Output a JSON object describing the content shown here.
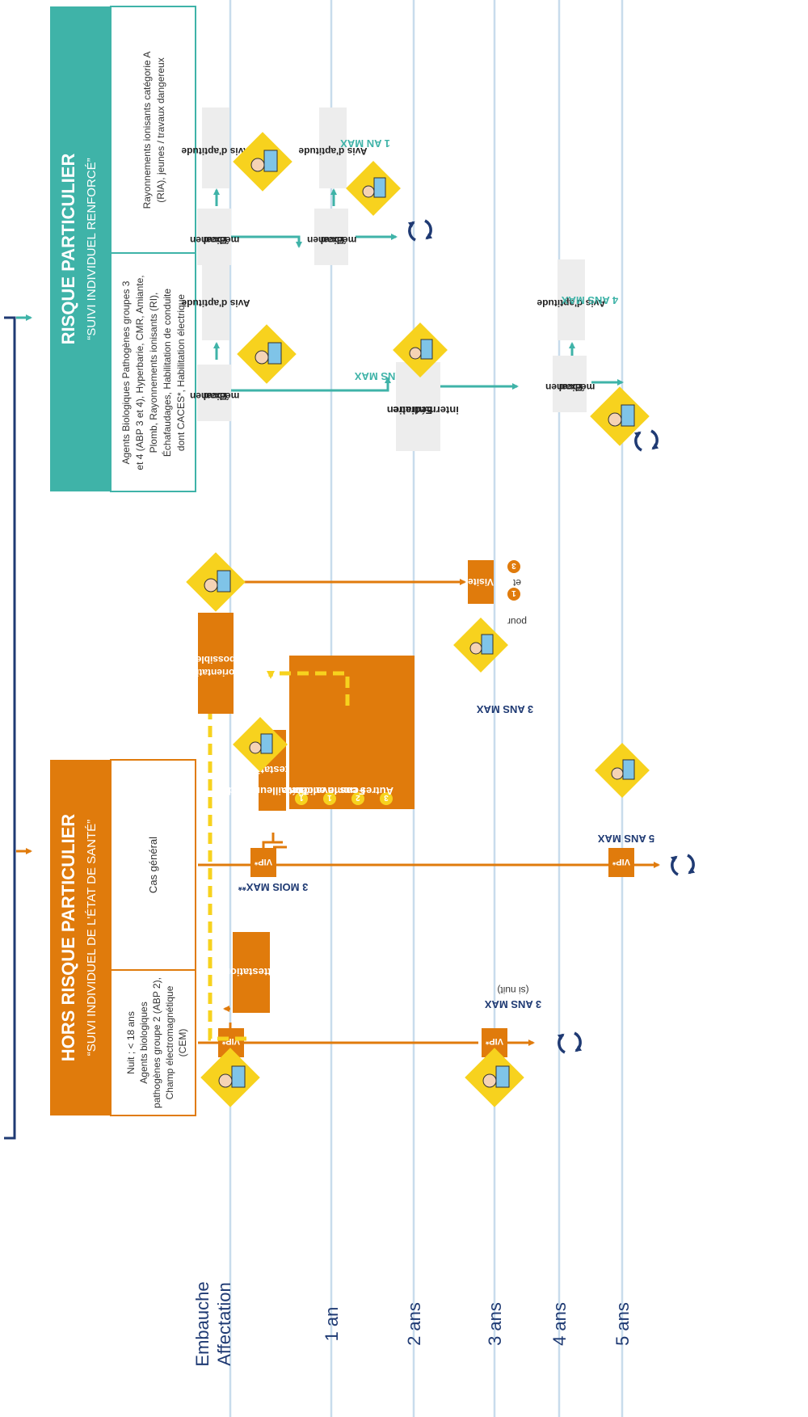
{
  "colors": {
    "orange": "#E07B0C",
    "teal": "#3FB3A8",
    "navy": "#1F3A73",
    "yellow": "#F7D21E",
    "gridline": "#C8DCEC",
    "grey_box": "#EDEDED",
    "white": "#FFFFFF"
  },
  "timeline": {
    "labels": [
      "Embauche",
      "Affectation",
      "1 an",
      "2 ans",
      "3 ans",
      "4 ans",
      "5 ans"
    ]
  },
  "hors_risque": {
    "title": "HORS RISQUE PARTICULIER",
    "subtitle": "“SUIVI INDIVIDUEL DE L'ÉTAT DE SANTÉ”",
    "group_nuit": {
      "line1": "Nuit ; < 18 ans",
      "line2": "Agents biologiques",
      "line3": "pathogènes groupe 2 (ABP 2),",
      "line4": "Champ électromagnétique",
      "line5": "(CEM)"
    },
    "group_general": "Cas général",
    "vip": "VIP*",
    "attestation": "Attestation",
    "mois_max": "3 MOIS MAX**",
    "ans_max_3": "3 ANS MAX",
    "si_nuit": "(si nuit)",
    "ans_max_5": "5 ANS MAX",
    "ans_max_3b": "3 ANS MAX",
    "reorientation_1": "Réorientation",
    "reorientation_2": "possible",
    "visite": "Visite",
    "pour": "pour",
    "et": "et",
    "cases": [
      {
        "num": "1",
        "label": "Travailleur handicapé"
      },
      {
        "num": "1",
        "label": "Invalidité"
      },
      {
        "num": "2",
        "label": "Femme enceinte"
      },
      {
        "num": "3",
        "label": "Autres cas"
      }
    ],
    "visite_n1": "1",
    "visite_n3": "3"
  },
  "risque": {
    "title": "RISQUE PARTICULIER",
    "subtitle": "“SUIVI INDIVIDUEL RENFORCÉ”",
    "group_a": {
      "line1": "Agents Biologiques Pathogènes groupes 3",
      "line2": "et 4 (ABP 3 et 4), Hyperbarie, CMR, Amiante,",
      "line3": "Plomb, Rayonnements ionisants (RI),",
      "line4": "Échafaudages, Habilitation de conduite",
      "line5": "dont CACES*, Habilitation électrique"
    },
    "group_b": {
      "line1": "Rayonnements ionisants catégorie A",
      "line2": "(RIA), jeunes / travaux dangereux"
    },
    "examen_1": "Examen",
    "examen_2": "médical",
    "avis": "Avis d'aptitude",
    "entretien_1": "Entretien",
    "entretien_2": "intermédiaire",
    "ans_max_2": "2 ANS MAX",
    "ans_max_4": "4 ANS MAX",
    "an_max_1": "1 AN MAX"
  }
}
